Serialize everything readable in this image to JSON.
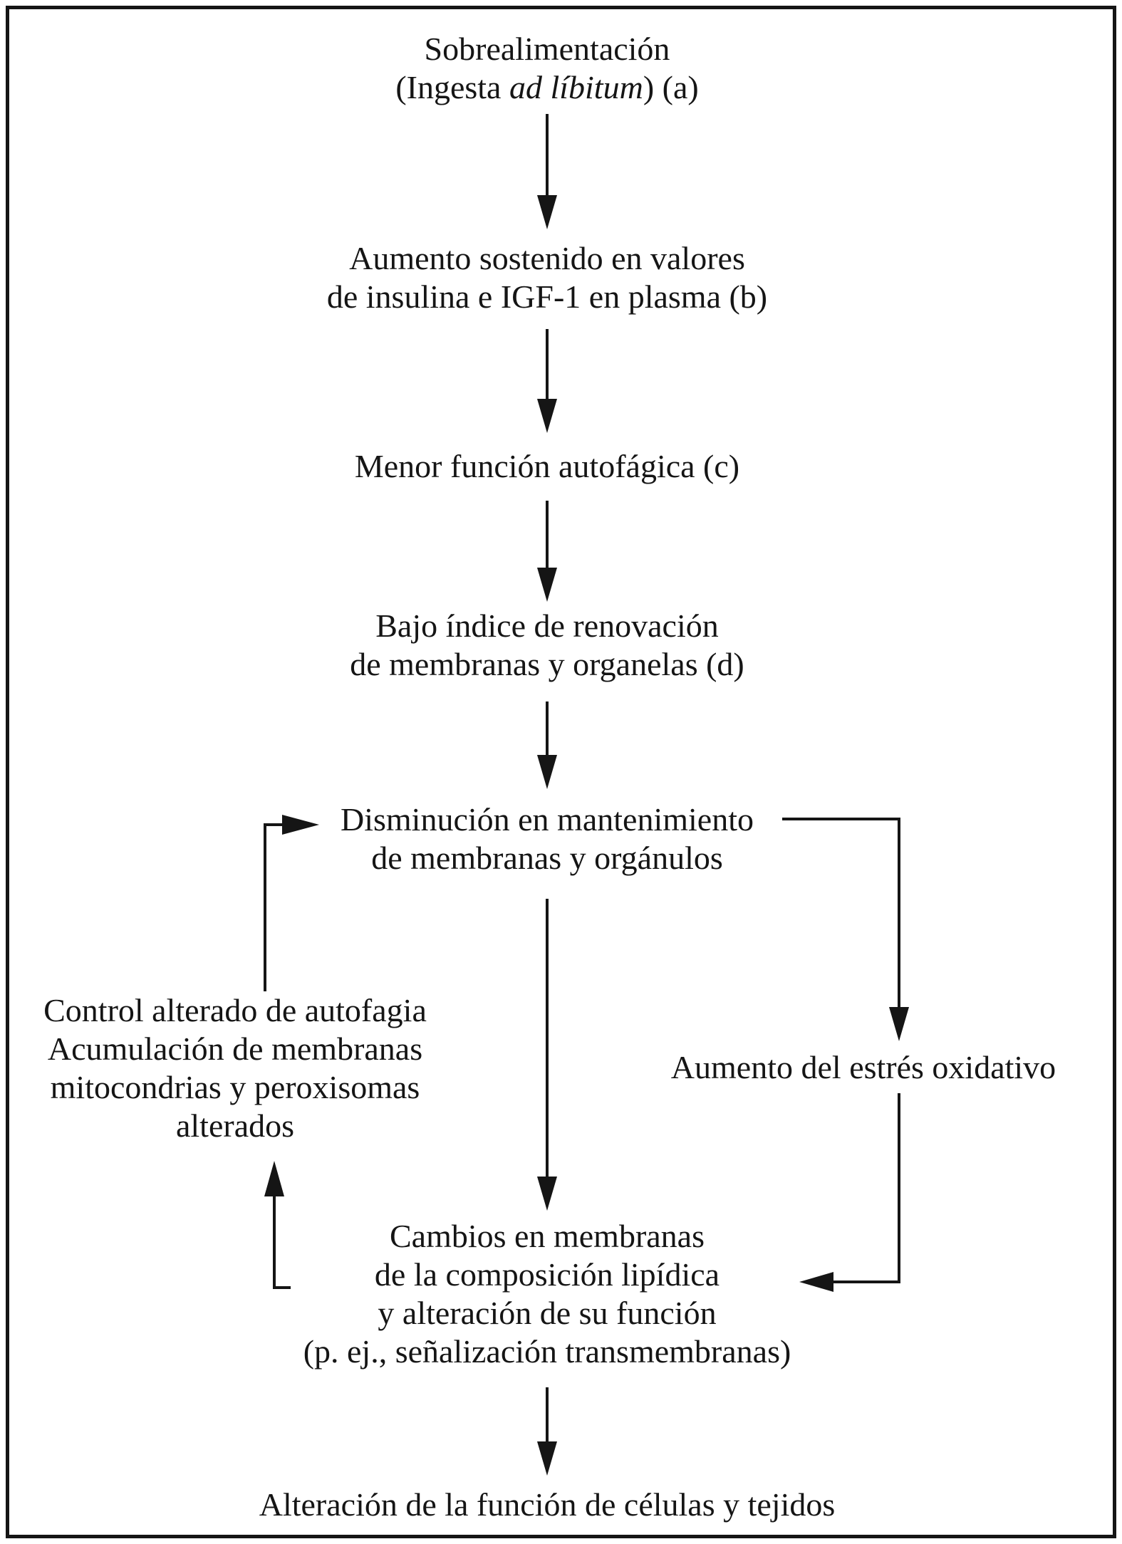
{
  "figure": {
    "description_language": "es",
    "ink_color": "#151515",
    "background_color": "#ffffff"
  },
  "nodes": {
    "sobrealimentacion": {
      "line1": "Sobrealimentación",
      "line2_prefix": "(Ingesta",
      "line2_italic": " ad líbitum",
      "line2_suffix": ") (a)"
    },
    "insulina": {
      "line1": "Aumento sostenido en valores",
      "line2": "de insulina e IGF-1 en plasma (b)"
    },
    "autofagia": {
      "line1": "Menor función autofágica (c)"
    },
    "renovacion": {
      "line1": "Bajo índice de renovación",
      "line2": "de membranas y organelas (d)"
    },
    "mantenimiento": {
      "line1": "Disminución en mantenimiento",
      "line2": "de membranas y orgánulos"
    },
    "control": {
      "line1": "Control alterado de autofagia",
      "line2": "Acumulación de membranas",
      "line3": "mitocondrias y peroxisomas",
      "line4": "alterados"
    },
    "estres": {
      "line1": "Aumento del estrés oxidativo"
    },
    "cambios": {
      "line1": "Cambios en membranas",
      "line2": "de la composición lipídica",
      "line3": "y alteración de su función",
      "line4": "(p. ej., señalización transmembranas)"
    },
    "alteracion": {
      "line1": "Alteración de la función de células y tejidos"
    }
  },
  "edges": [
    {
      "from": "sobrealimentacion",
      "to": "insulina"
    },
    {
      "from": "insulina",
      "to": "autofagia"
    },
    {
      "from": "autofagia",
      "to": "renovacion"
    },
    {
      "from": "renovacion",
      "to": "mantenimiento"
    },
    {
      "from": "mantenimiento",
      "to": "cambios"
    },
    {
      "from": "mantenimiento",
      "to": "estres"
    },
    {
      "from": "estres",
      "to": "cambios"
    },
    {
      "from": "cambios",
      "to": "control"
    },
    {
      "from": "control",
      "to": "mantenimiento"
    },
    {
      "from": "cambios",
      "to": "alteracion"
    }
  ]
}
